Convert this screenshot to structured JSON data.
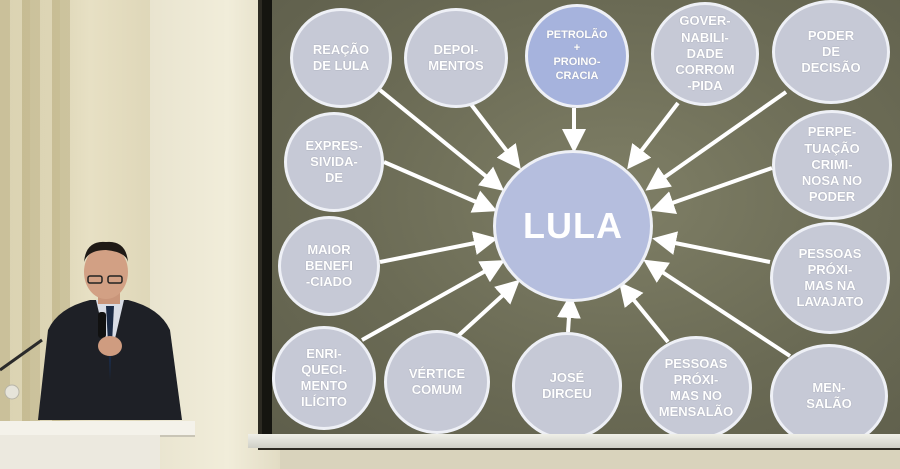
{
  "diagram": {
    "center_label": "LULA",
    "nodes": [
      {
        "label": "REAÇÃO\nDE LULA"
      },
      {
        "label": "DEPOI-\nMENTOS"
      },
      {
        "label": "PETROLÃO\n+\nPROINO-\nCRACIA"
      },
      {
        "label": "GOVER-\nNABILI-\nDADE\nCORROM\n-PIDA"
      },
      {
        "label": "PODER\nDE\nDECISÃO"
      },
      {
        "label": "EXPRES-\nSIVIDA-\nDE"
      },
      {
        "label": "PERPE-\nTUAÇÃO\nCRIMI-\nNOSA NO\nPODER"
      },
      {
        "label": "MAIOR\nBENEFI\n-CIADO"
      },
      {
        "label": "PESSOAS\nPRÓXI-\nMAS NA\nLAVAJATO"
      },
      {
        "label": "ENRI-\nQUECI-\nMENTO\nILÍCITO"
      },
      {
        "label": "VÉRTICE\nCOMUM"
      },
      {
        "label": "JOSÉ\nDIRCEU"
      },
      {
        "label": "PESSOAS\nPRÓXI-\nMAS NO\nMENSALÃO"
      },
      {
        "label": "MEN-\nSALÃO"
      }
    ]
  },
  "colors": {
    "node_fill": "#c6c9d6",
    "highlight_fill": "#a6b3dd",
    "arrow": "#ffffff",
    "screen": "#6b6b55"
  }
}
